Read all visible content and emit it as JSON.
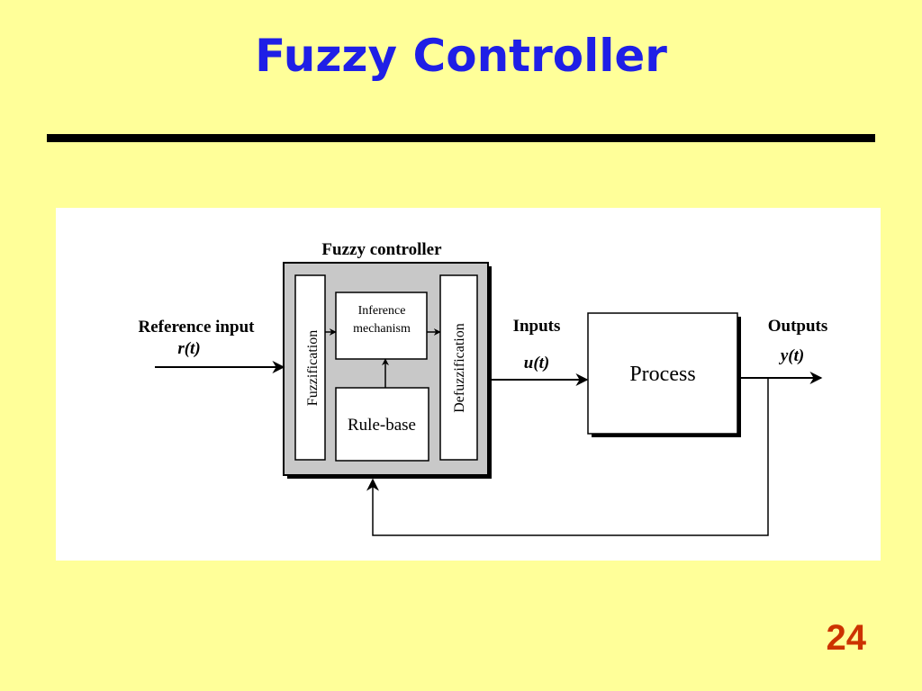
{
  "slide": {
    "title": "Fuzzy Controller",
    "page_number": "24"
  },
  "diagram": {
    "controller_label": "Fuzzy controller",
    "fuzzification_label": "Fuzzification",
    "inference_line1": "Inference",
    "inference_line2": "mechanism",
    "rulebase_label": "Rule-base",
    "defuzzification_label": "Defuzzification",
    "reference_label": "Reference input",
    "reference_signal": "r(t)",
    "inputs_label": "Inputs",
    "inputs_signal": "u(t)",
    "process_label": "Process",
    "outputs_label": "Outputs",
    "outputs_signal": "y(t)"
  },
  "colors": {
    "slide_background": "#ffff99",
    "title": "#1f1fe6",
    "page_number": "#cc3300",
    "controller_fill": "#c8c8c8"
  }
}
